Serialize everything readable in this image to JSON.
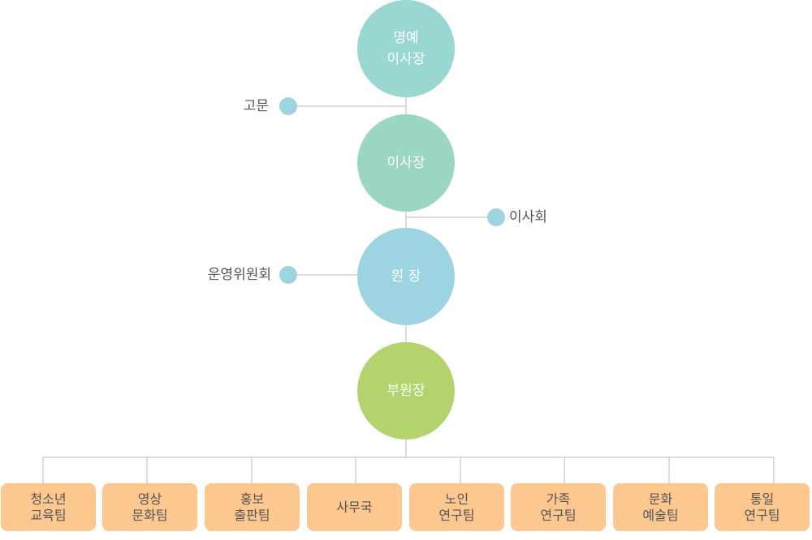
{
  "nodes": {
    "honorary_chairman": {
      "label": "명예\n이사장",
      "color": "#99d8d2"
    },
    "chairman": {
      "label": "이사장",
      "color": "#9ad6c2"
    },
    "director": {
      "label": "원 장",
      "color": "#9dd4e1"
    },
    "vice_director": {
      "label": "부원장",
      "color": "#b3d46d"
    }
  },
  "side_nodes": {
    "advisor": {
      "label": "고문"
    },
    "board": {
      "label": "이사회"
    },
    "operating_committee": {
      "label": "운영위원회"
    }
  },
  "teams": [
    {
      "label": "청소년\n교육팀"
    },
    {
      "label": "영상\n문화팀"
    },
    {
      "label": "홍보\n출판팀"
    },
    {
      "label": "사무국"
    },
    {
      "label": "노인\n연구팀"
    },
    {
      "label": "가족\n연구팀"
    },
    {
      "label": "문화\n예술팀"
    },
    {
      "label": "통일\n연구팀"
    }
  ],
  "colors": {
    "line": "#bbbbbb",
    "dot": "#9fd3df",
    "team_box": "#fcc890"
  }
}
